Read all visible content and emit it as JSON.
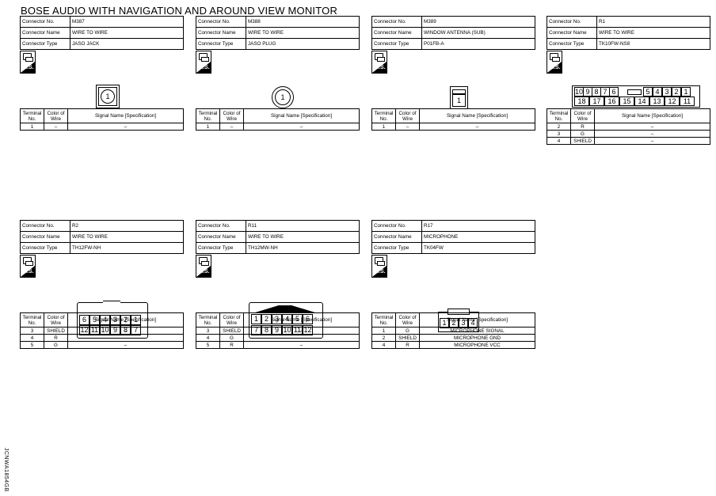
{
  "title": "BOSE AUDIO WITH NAVIGATION AND AROUND VIEW MONITOR",
  "labels": {
    "connector_no": "Connector No.",
    "connector_name": "Connector Name",
    "connector_type": "Connector Type",
    "terminal_no": "Terminal No.",
    "color_of_wire": "Color of Wire",
    "signal_name": "Signal Name [Specification]",
    "hs": "H.S."
  },
  "connectors": [
    {
      "no": "M387",
      "name": "WIRE TO WIRE",
      "type": "JASO JACK",
      "terminals": [
        {
          "t": "1",
          "c": "–",
          "s": "–"
        }
      ]
    },
    {
      "no": "M388",
      "name": "WIRE TO WIRE",
      "type": "JASO PLUG",
      "terminals": [
        {
          "t": "1",
          "c": "–",
          "s": "–"
        }
      ]
    },
    {
      "no": "M389",
      "name": "WINDOW ANTENNA (SUB)",
      "type": "P01FB-A",
      "terminals": [
        {
          "t": "1",
          "c": "–",
          "s": "–"
        }
      ]
    },
    {
      "no": "R1",
      "name": "WIRE TO WIRE",
      "type": "TK10FW-NS8",
      "terminals": [
        {
          "t": "2",
          "c": "R",
          "s": "–"
        },
        {
          "t": "3",
          "c": "G",
          "s": "–"
        },
        {
          "t": "4",
          "c": "SHIELD",
          "s": "–"
        }
      ]
    },
    {
      "no": "R2",
      "name": "WIRE TO WIRE",
      "type": "TH12FW-NH",
      "terminals": [
        {
          "t": "3",
          "c": "SHIELD",
          "s": "–"
        },
        {
          "t": "4",
          "c": "R",
          "s": "–"
        },
        {
          "t": "5",
          "c": "G",
          "s": "–"
        }
      ]
    },
    {
      "no": "R11",
      "name": "WIRE TO WIRE",
      "type": "TH12MW-NH",
      "terminals": [
        {
          "t": "3",
          "c": "SHIELD",
          "s": "–"
        },
        {
          "t": "4",
          "c": "G",
          "s": "–"
        },
        {
          "t": "5",
          "c": "R",
          "s": "–"
        }
      ]
    },
    {
      "no": "R17",
      "name": "MICROPHONE",
      "type": "TK04FW",
      "terminals": [
        {
          "t": "1",
          "c": "G",
          "s": "MICROPHONE SIGNAL"
        },
        {
          "t": "2",
          "c": "SHIELD",
          "s": "MICROPHONE GND"
        },
        {
          "t": "4",
          "c": "R",
          "s": "MICROPHONE VCC"
        }
      ]
    }
  ],
  "pins": {
    "m387": "1",
    "m388": "1",
    "m389": "1",
    "r1_top": [
      "10",
      "9",
      "8",
      "7",
      "6",
      "5",
      "4",
      "3",
      "2",
      "1"
    ],
    "r1_bottom": [
      "18",
      "17",
      "16",
      "15",
      "14",
      "13",
      "12",
      "11"
    ],
    "r2_top": [
      "6",
      "5",
      "4",
      "3",
      "2",
      "1"
    ],
    "r2_bottom": [
      "12",
      "11",
      "10",
      "9",
      "8",
      "7"
    ],
    "r11_top": [
      "1",
      "2",
      "3",
      "4",
      "5",
      "6"
    ],
    "r11_bottom": [
      "7",
      "8",
      "9",
      "10",
      "11",
      "12"
    ],
    "r17": [
      "1",
      "2",
      "3",
      "4"
    ]
  },
  "diagram_code": "JCNWA1854GB"
}
